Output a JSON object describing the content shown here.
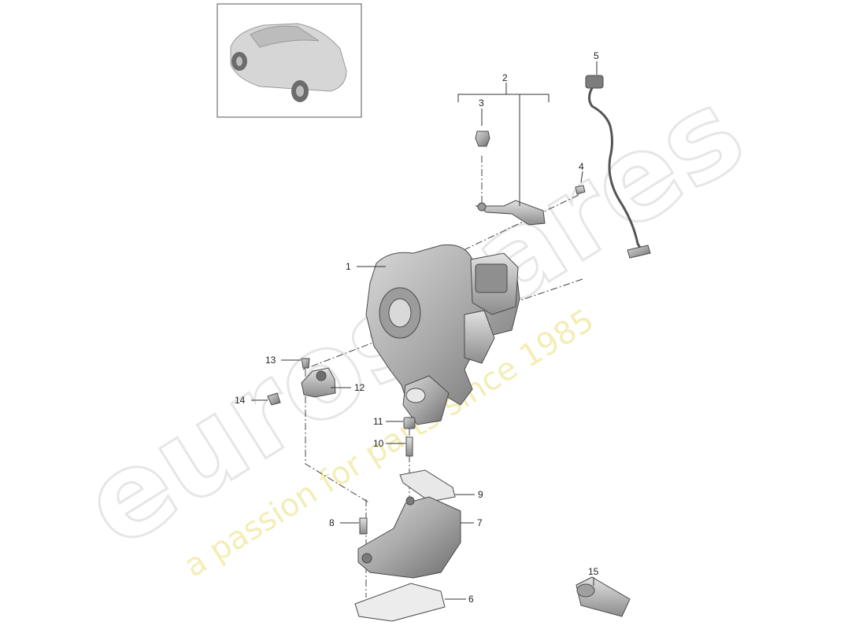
{
  "watermark": {
    "brand": "eurospares",
    "tagline": "a passion for parts since 1985"
  },
  "callouts": [
    {
      "id": "1",
      "text": "1"
    },
    {
      "id": "2",
      "text": "2"
    },
    {
      "id": "3",
      "text": "3"
    },
    {
      "id": "4",
      "text": "4"
    },
    {
      "id": "5",
      "text": "5"
    },
    {
      "id": "6",
      "text": "6"
    },
    {
      "id": "7",
      "text": "7"
    },
    {
      "id": "8",
      "text": "8"
    },
    {
      "id": "9",
      "text": "9"
    },
    {
      "id": "10",
      "text": "10"
    },
    {
      "id": "11",
      "text": "11"
    },
    {
      "id": "12",
      "text": "12"
    },
    {
      "id": "13",
      "text": "13"
    },
    {
      "id": "14",
      "text": "14"
    },
    {
      "id": "15",
      "text": "15"
    }
  ],
  "colors": {
    "line": "#333333",
    "part_fill": "#bdbdbd",
    "part_dark": "#7a7a7a",
    "watermark_yellow": "#efe9a0"
  }
}
